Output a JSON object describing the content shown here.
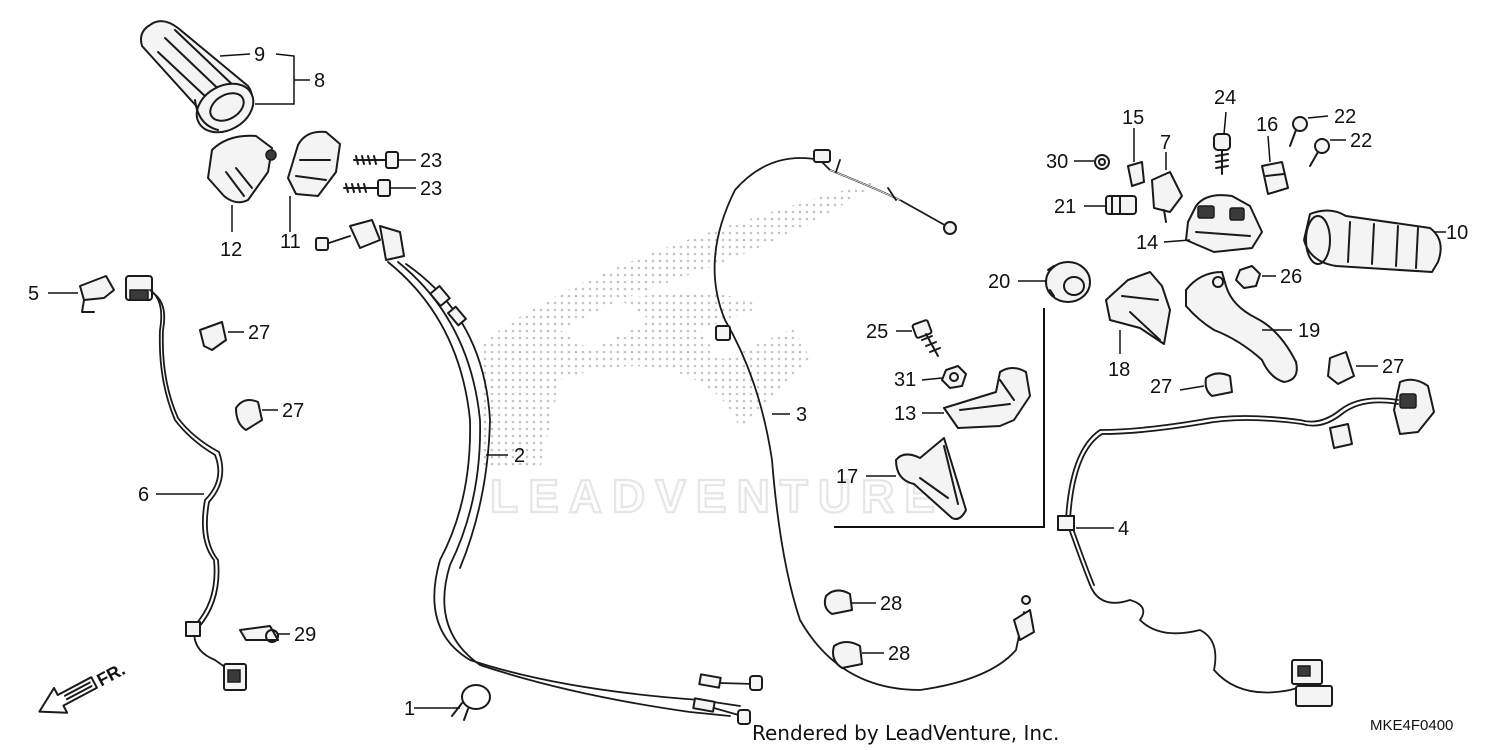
{
  "callouts": {
    "c1": "1",
    "c2": "2",
    "c3": "3",
    "c4": "4",
    "c5": "5",
    "c6": "6",
    "c7": "7",
    "c8": "8",
    "c9": "9",
    "c10": "10",
    "c11": "11",
    "c12": "12",
    "c13": "13",
    "c14": "14",
    "c15": "15",
    "c16": "16",
    "c17": "17",
    "c18": "18",
    "c19": "19",
    "c20": "20",
    "c21": "21",
    "c22a": "22",
    "c22b": "22",
    "c23a": "23",
    "c23b": "23",
    "c24": "24",
    "c25": "25",
    "c26": "26",
    "c27a": "27",
    "c27b": "27",
    "c27c": "27",
    "c27d": "27",
    "c28a": "28",
    "c28b": "28",
    "c29": "29",
    "c30": "30",
    "c31": "31"
  },
  "direction_label": "FR.",
  "watermark": "LEADVENTURE",
  "footer": {
    "credit": "Rendered by LeadVenture, Inc.",
    "diagram_code": "MKE4F0400"
  }
}
